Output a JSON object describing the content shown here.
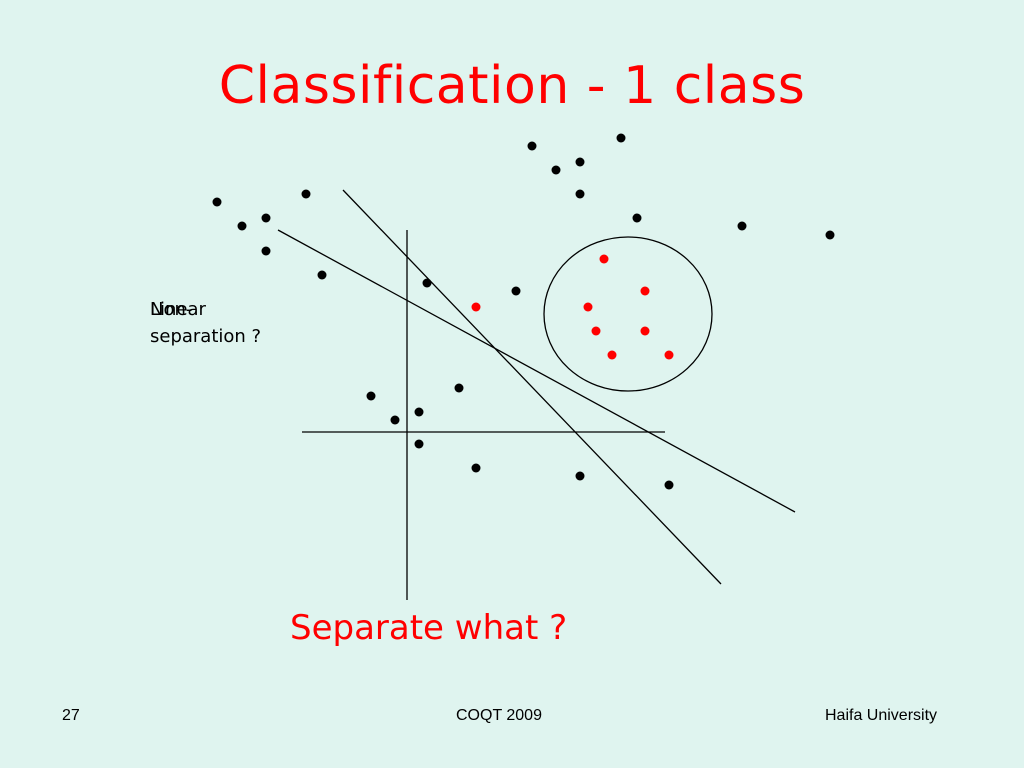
{
  "slide": {
    "title": "Classification - 1 class",
    "label_overlay_a": "Non-",
    "label_overlay_b": "Linear",
    "label_line2": "separation ?",
    "subtitle": "Separate what ?",
    "footer": {
      "page_number": "27",
      "center": "COQT 2009",
      "right": "Haifa University"
    }
  },
  "colors": {
    "title": "#ff0000",
    "background": "#dff4ef",
    "point_black": "#000000",
    "point_red": "#ff0000"
  }
}
